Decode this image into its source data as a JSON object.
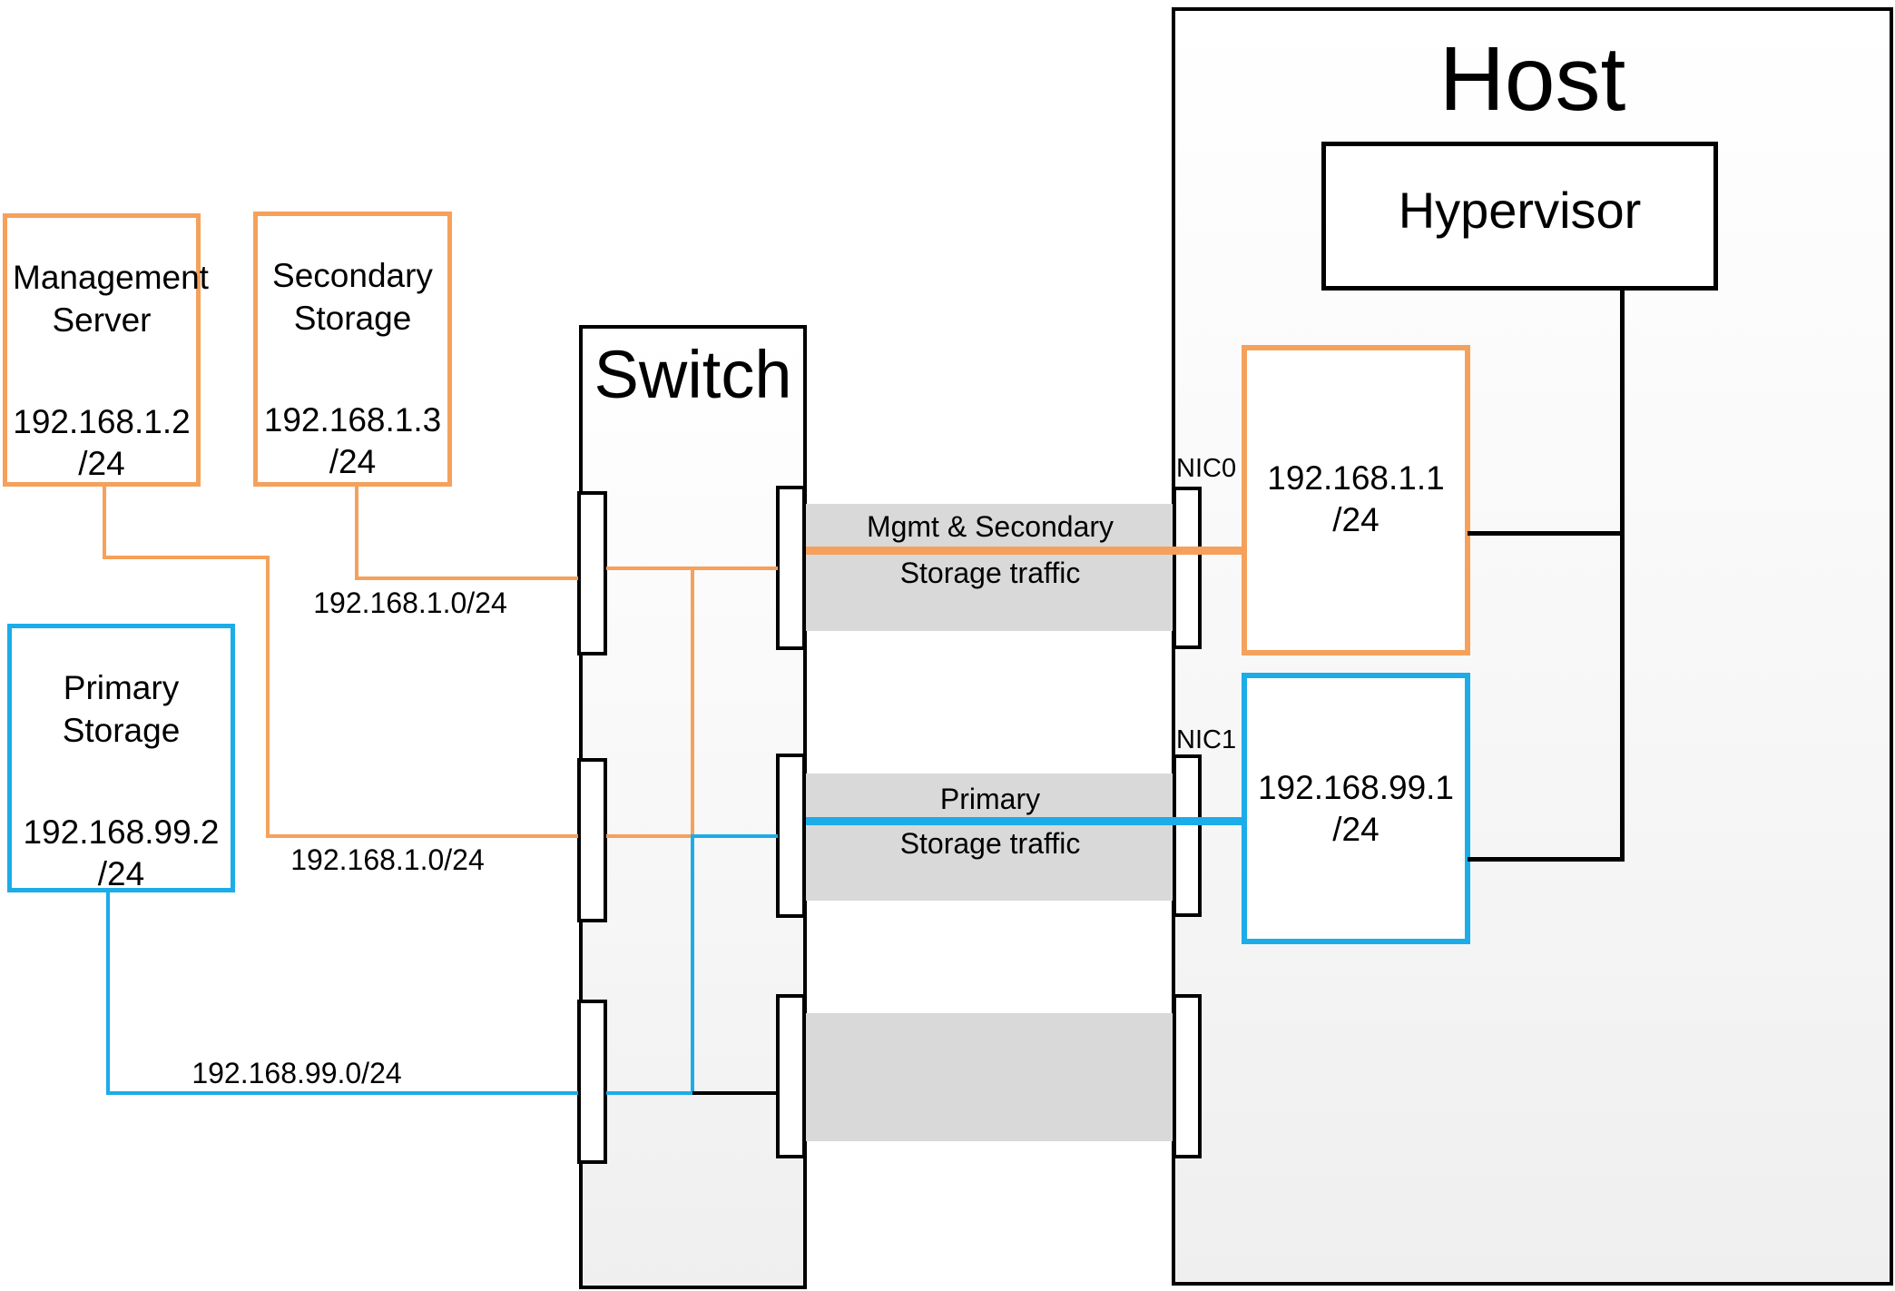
{
  "colors": {
    "orange": "#F5A15B",
    "blue": "#1CACE8",
    "band_gray": "#D9D9D9",
    "line_black": "#000000"
  },
  "nodes": {
    "management_server": {
      "label": "Management Server",
      "ip": "192.168.1.2",
      "mask": "/24"
    },
    "secondary_storage": {
      "label": "Secondary Storage",
      "ip": "192.168.1.3",
      "mask": "/24"
    },
    "primary_storage": {
      "label": "Primary Storage",
      "ip": "192.168.99.2",
      "mask": "/24"
    },
    "switch": {
      "label": "Switch"
    },
    "host": {
      "label": "Host"
    },
    "hypervisor": {
      "label": "Hypervisor"
    },
    "nic0": {
      "port_label": "NIC0",
      "ip": "192.168.1.1",
      "mask": "/24"
    },
    "nic1": {
      "port_label": "NIC1",
      "ip": "192.168.99.1",
      "mask": "/24"
    }
  },
  "links": {
    "secondary_to_switch": {
      "label": "192.168.1.0/24"
    },
    "management_to_switch": {
      "label": "192.168.1.0/24"
    },
    "primary_to_switch": {
      "label": "192.168.99.0/24"
    }
  },
  "traffic": {
    "mgmt_secondary": {
      "line1": "Mgmt & Secondary",
      "line2": "Storage traffic"
    },
    "primary": {
      "line1": "Primary",
      "line2": "Storage traffic"
    }
  }
}
